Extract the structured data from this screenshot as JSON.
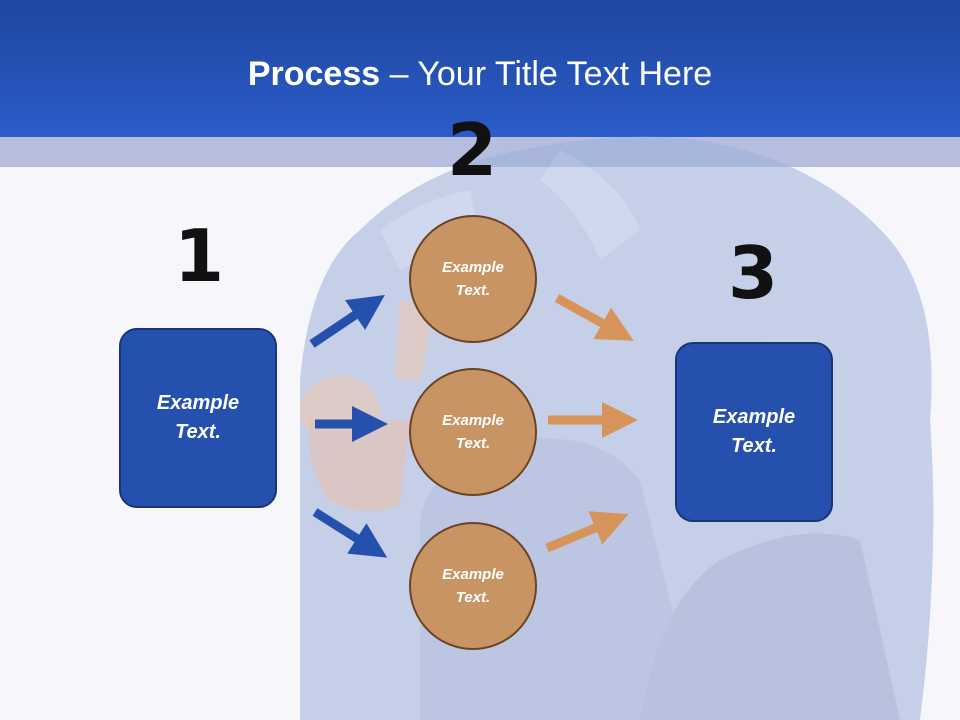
{
  "title": {
    "bold": "Process",
    "rest": " – Your Title Text Here"
  },
  "steps": {
    "one": {
      "number": "1",
      "text_line1": "Example",
      "text_line2": "Text."
    },
    "two": {
      "number": "2",
      "circles": [
        {
          "line1": "Example",
          "line2": "Text."
        },
        {
          "line1": "Example",
          "line2": "Text."
        },
        {
          "line1": "Example",
          "line2": "Text."
        }
      ]
    },
    "three": {
      "number": "3",
      "text_line1": "Example",
      "text_line2": "Text."
    }
  },
  "colors": {
    "header": "#2b5cc8",
    "box_fill": "#2650ae",
    "circle_fill": "#c99463",
    "blue_arrow": "#2650ae",
    "orange_arrow": "#d6935a"
  }
}
